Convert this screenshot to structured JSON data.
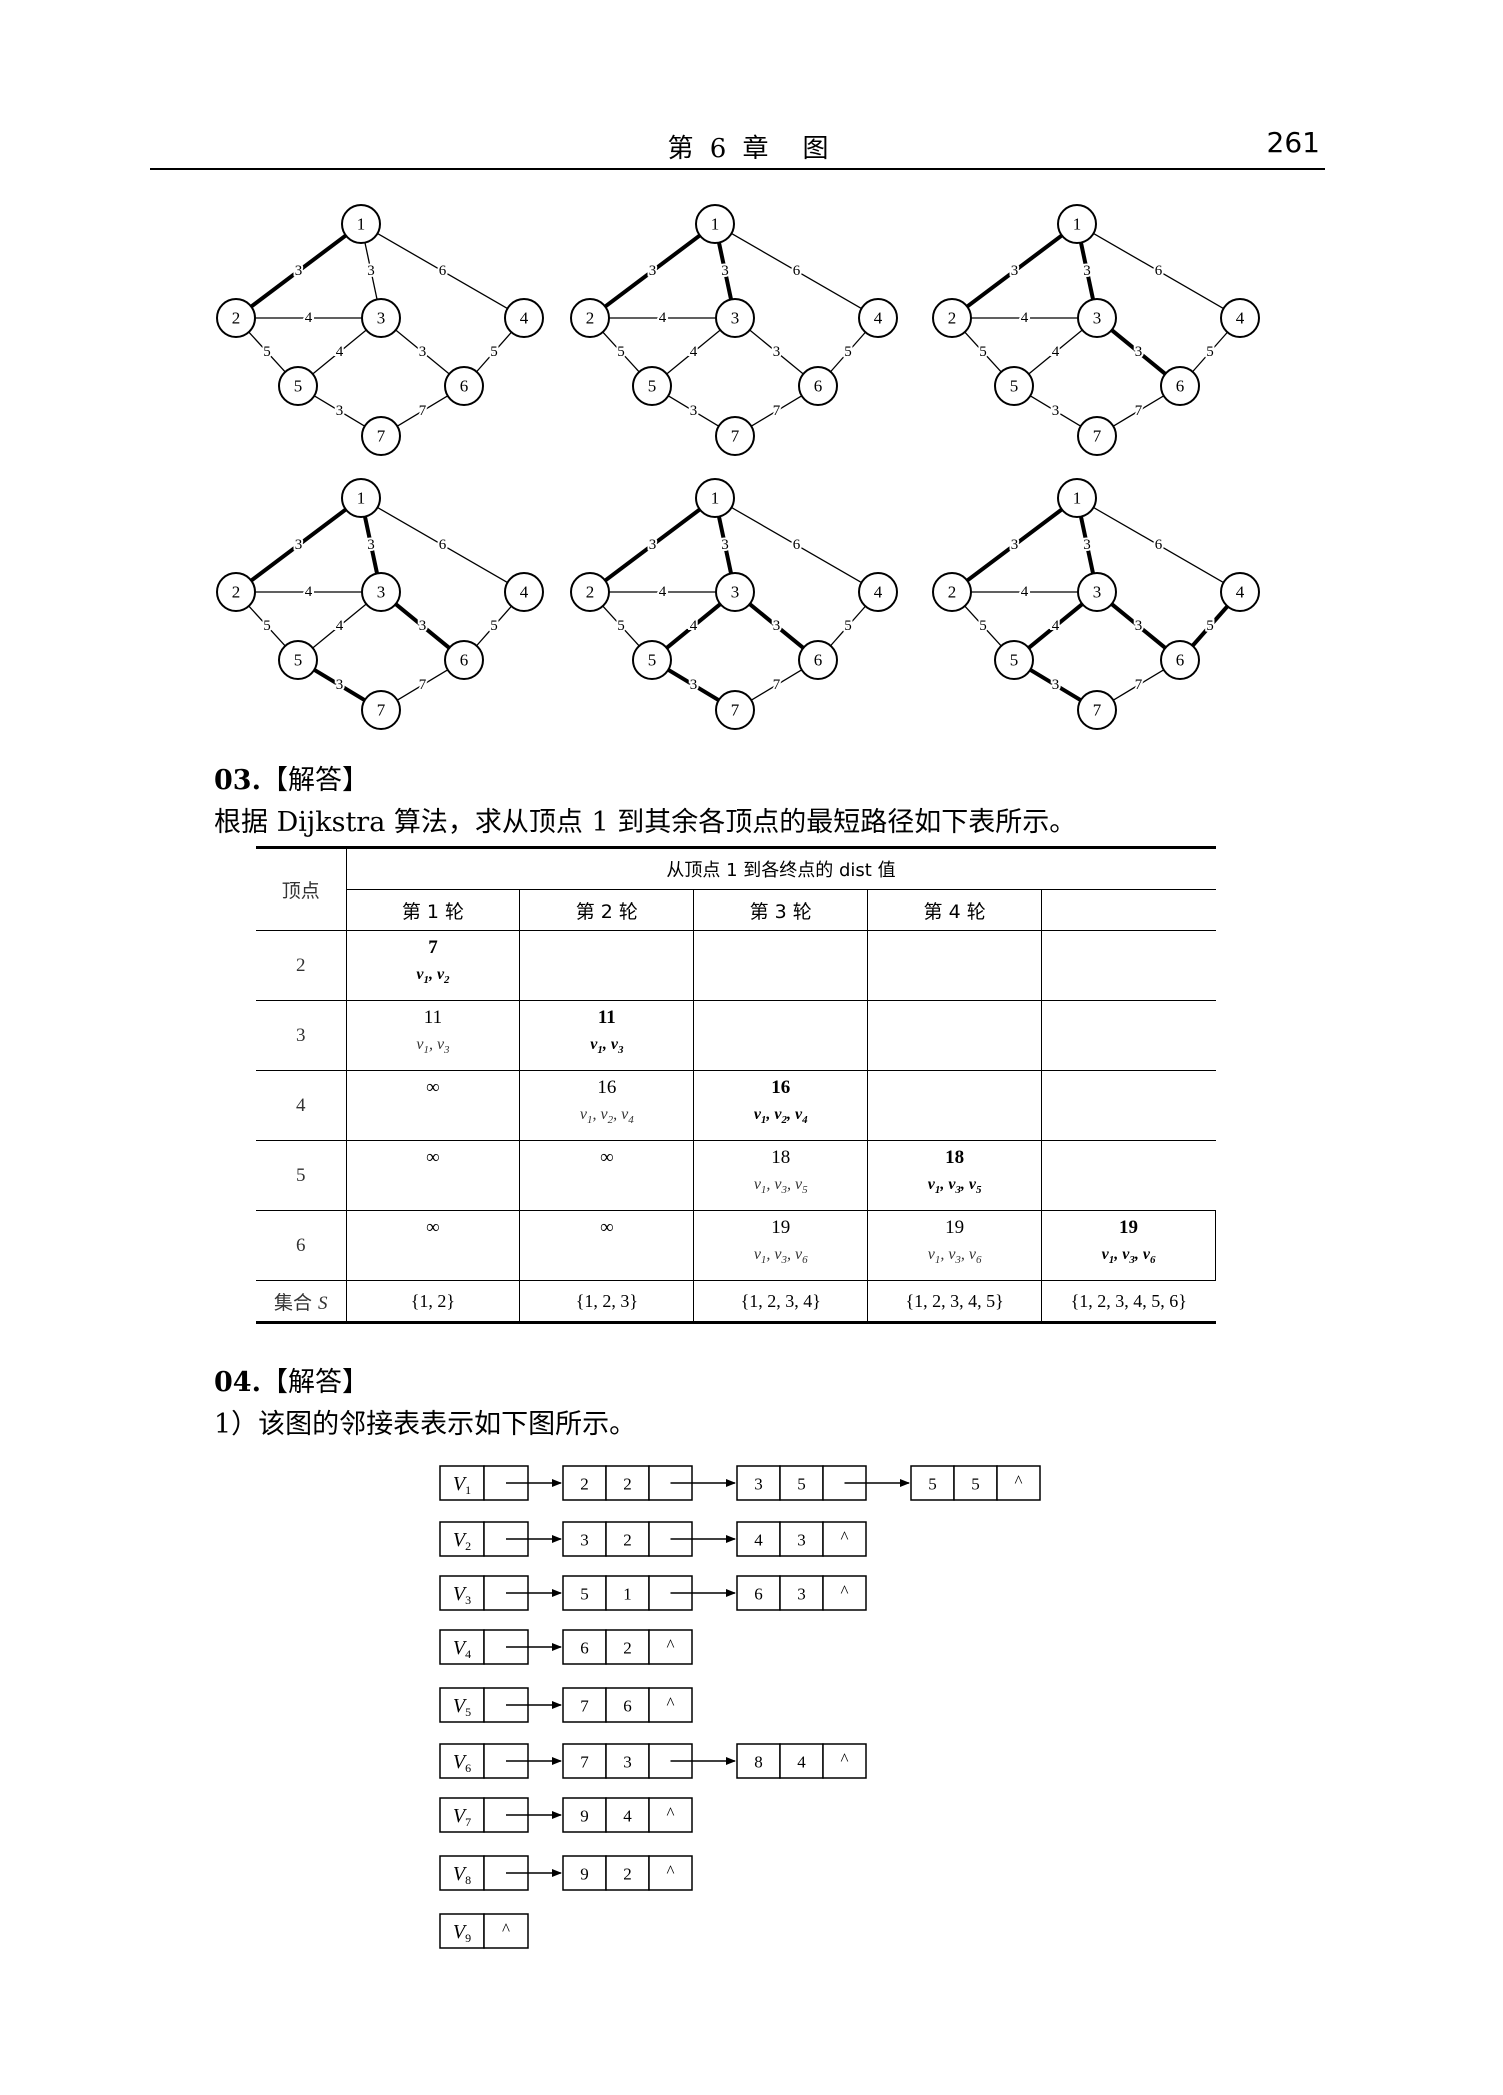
{
  "header": {
    "chapter": "第 6 章　图",
    "page_number": "261"
  },
  "graphs": {
    "edges": [
      {
        "from": "1",
        "to": "2",
        "w": "3"
      },
      {
        "from": "1",
        "to": "3",
        "w": "3"
      },
      {
        "from": "1",
        "to": "4",
        "w": "6"
      },
      {
        "from": "2",
        "to": "3",
        "w": "4"
      },
      {
        "from": "2",
        "to": "5",
        "w": "5"
      },
      {
        "from": "3",
        "to": "5",
        "w": "4"
      },
      {
        "from": "3",
        "to": "6",
        "w": "3"
      },
      {
        "from": "4",
        "to": "6",
        "w": "5"
      },
      {
        "from": "5",
        "to": "7",
        "w": "3"
      },
      {
        "from": "6",
        "to": "7",
        "w": "7"
      }
    ],
    "panels": [
      {
        "bold_edges": [
          0
        ]
      },
      {
        "bold_edges": [
          0,
          1
        ]
      },
      {
        "bold_edges": [
          0,
          1,
          6
        ]
      },
      {
        "bold_edges": [
          0,
          1,
          6,
          8
        ]
      },
      {
        "bold_edges": [
          0,
          1,
          5,
          6,
          8
        ]
      },
      {
        "bold_edges": [
          0,
          1,
          5,
          6,
          7,
          8
        ]
      }
    ]
  },
  "section03": {
    "number": "03.",
    "label": "【解答】",
    "text": "根据 Dijkstra 算法，求从顶点 1 到其余各顶点的最短路径如下表所示。"
  },
  "dist_table": {
    "vertex_header": "顶点",
    "main_header": "从顶点 1 到各终点的 dist 值",
    "rounds": [
      "第 1 轮",
      "第 2 轮",
      "第 3 轮",
      "第 4 轮",
      ""
    ],
    "rows": [
      {
        "vertex": "2",
        "cells": [
          {
            "v": "7",
            "p": "v1, v2",
            "final": true
          },
          {
            "v": "",
            "p": ""
          },
          {
            "v": "",
            "p": ""
          },
          {
            "v": "",
            "p": ""
          },
          {
            "v": "",
            "p": ""
          }
        ]
      },
      {
        "vertex": "3",
        "cells": [
          {
            "v": "11",
            "p": "v1, v3"
          },
          {
            "v": "11",
            "p": "v1, v3",
            "final": true
          },
          {
            "v": "",
            "p": ""
          },
          {
            "v": "",
            "p": ""
          },
          {
            "v": "",
            "p": ""
          }
        ]
      },
      {
        "vertex": "4",
        "cells": [
          {
            "v": "∞",
            "p": ""
          },
          {
            "v": "16",
            "p": "v1, v2, v4"
          },
          {
            "v": "16",
            "p": "v1, v2, v4",
            "final": true
          },
          {
            "v": "",
            "p": ""
          },
          {
            "v": "",
            "p": ""
          }
        ]
      },
      {
        "vertex": "5",
        "cells": [
          {
            "v": "∞",
            "p": ""
          },
          {
            "v": "∞",
            "p": ""
          },
          {
            "v": "18",
            "p": "v1, v3, v5"
          },
          {
            "v": "18",
            "p": "v1, v3, v5",
            "final": true
          },
          {
            "v": "",
            "p": ""
          }
        ]
      },
      {
        "vertex": "6",
        "cells": [
          {
            "v": "∞",
            "p": ""
          },
          {
            "v": "∞",
            "p": ""
          },
          {
            "v": "19",
            "p": "v1, v3, v6"
          },
          {
            "v": "19",
            "p": "v1, v3, v6"
          },
          {
            "v": "19",
            "p": "v1, v3, v6",
            "final": true
          }
        ]
      }
    ],
    "set_label": "集合 S",
    "sets": [
      "{1, 2}",
      "{1, 2, 3}",
      "{1, 2, 3, 4}",
      "{1, 2, 3, 4, 5}",
      "{1, 2, 3, 4, 5, 6}"
    ]
  },
  "section04": {
    "number": "04.",
    "label": "【解答】",
    "text": "1）该图的邻接表表示如下图所示。"
  },
  "adjacency_list": [
    {
      "head": "V1",
      "nodes": [
        [
          "2",
          "2"
        ],
        [
          "3",
          "5"
        ],
        [
          "5",
          "5"
        ]
      ]
    },
    {
      "head": "V2",
      "nodes": [
        [
          "3",
          "2"
        ],
        [
          "4",
          "3"
        ]
      ]
    },
    {
      "head": "V3",
      "nodes": [
        [
          "5",
          "1"
        ],
        [
          "6",
          "3"
        ]
      ]
    },
    {
      "head": "V4",
      "nodes": [
        [
          "6",
          "2"
        ]
      ]
    },
    {
      "head": "V5",
      "nodes": [
        [
          "7",
          "6"
        ]
      ]
    },
    {
      "head": "V6",
      "nodes": [
        [
          "7",
          "3"
        ],
        [
          "8",
          "4"
        ]
      ]
    },
    {
      "head": "V7",
      "nodes": [
        [
          "9",
          "4"
        ]
      ]
    },
    {
      "head": "V8",
      "nodes": [
        [
          "9",
          "2"
        ]
      ]
    },
    {
      "head": "V9",
      "nodes": []
    }
  ],
  "null_symbol": "^"
}
